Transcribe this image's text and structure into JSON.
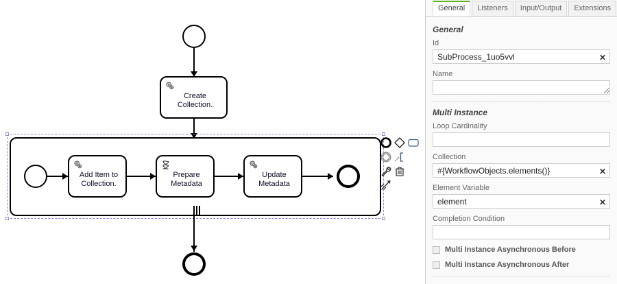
{
  "diagram": {
    "start_event": {
      "name": "start-event"
    },
    "end_event": {
      "name": "end-event"
    },
    "tasks": [
      {
        "id": "create-collection",
        "label": "Create\nCollection.",
        "icon": "service-task-gear-icon"
      },
      {
        "id": "add-item-to-collection",
        "label": "Add Item to\nCollection.",
        "icon": "service-task-gear-icon"
      },
      {
        "id": "prepare-metadata",
        "label": "Prepare\nMetadata",
        "icon": "script-task-scroll-icon"
      },
      {
        "id": "update-metadata",
        "label": "Update\nMetadata",
        "icon": "service-task-gear-icon"
      }
    ],
    "subprocess": {
      "selected": true,
      "marker": "parallel-multi-instance-marker",
      "inner_start_event": "subprocess-start-event",
      "inner_end_event": "subprocess-end-event"
    },
    "context_pad": [
      {
        "name": "append-end-event-icon",
        "title": "Append EndEvent"
      },
      {
        "name": "append-gateway-icon",
        "title": "Append Gateway"
      },
      {
        "name": "append-task-icon",
        "title": "Append Task"
      },
      {
        "name": "append-intermediate-event-icon",
        "title": "Append Intermediate/Boundary Event"
      },
      {
        "name": "append-text-annotation-icon",
        "title": "Append TextAnnotation"
      },
      {
        "name": "change-type-wrench-icon",
        "title": "Change type"
      },
      {
        "name": "delete-trash-icon",
        "title": "Remove"
      },
      {
        "name": "connect-arrow-icon",
        "title": "Connect"
      }
    ]
  },
  "panel": {
    "tabs": [
      {
        "label": "General",
        "active": true
      },
      {
        "label": "Listeners",
        "active": false
      },
      {
        "label": "Input/Output",
        "active": false
      },
      {
        "label": "Extensions",
        "active": false
      }
    ],
    "accent_color": "#62b31c",
    "groups": [
      {
        "title": "General",
        "fields": [
          {
            "label": "Id",
            "value": "SubProcess_1uo5vvl",
            "clearable": true
          },
          {
            "label": "Name",
            "value": "",
            "clearable": false
          }
        ]
      },
      {
        "title": "Multi Instance",
        "fields": [
          {
            "label": "Loop Cardinality",
            "value": "",
            "clearable": false
          },
          {
            "label": "Collection",
            "value": "#{WorkflowObjects.elements()}",
            "clearable": true
          },
          {
            "label": "Element Variable",
            "value": "element",
            "clearable": true
          },
          {
            "label": "Completion Condition",
            "value": "",
            "clearable": false
          }
        ],
        "checkboxes": [
          {
            "label": "Multi Instance Asynchronous Before",
            "checked": false
          },
          {
            "label": "Multi Instance Asynchronous After",
            "checked": false
          }
        ]
      }
    ],
    "clear_glyph": "✕"
  }
}
